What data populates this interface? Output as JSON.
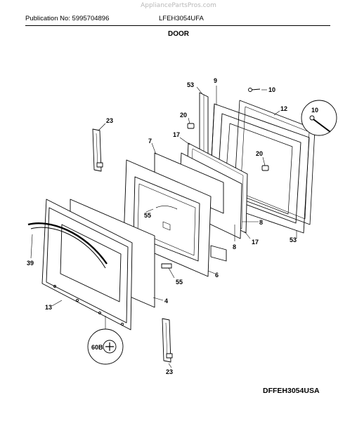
{
  "header": {
    "watermark": "AppliancePartsPros.com",
    "publication": "Publication No: 5995704896",
    "model": "LFEH3054UFA",
    "section_title": "DOOR"
  },
  "footer": {
    "diagram_code": "DFFEH3054USA"
  },
  "callouts": [
    {
      "id": "c53a",
      "text": "53"
    },
    {
      "id": "c9",
      "text": "9"
    },
    {
      "id": "c10",
      "text": "10"
    },
    {
      "id": "c12",
      "text": "12"
    },
    {
      "id": "c20a",
      "text": "20"
    },
    {
      "id": "c10b",
      "text": "10"
    },
    {
      "id": "c23a",
      "text": "23"
    },
    {
      "id": "c7",
      "text": "7"
    },
    {
      "id": "c17a",
      "text": "17"
    },
    {
      "id": "c20b",
      "text": "20"
    },
    {
      "id": "c55a",
      "text": "55"
    },
    {
      "id": "c8a",
      "text": "8"
    },
    {
      "id": "c8b",
      "text": "8"
    },
    {
      "id": "c17b",
      "text": "17"
    },
    {
      "id": "c53b",
      "text": "53"
    },
    {
      "id": "c39",
      "text": "39"
    },
    {
      "id": "c6",
      "text": "6"
    },
    {
      "id": "c55b",
      "text": "55"
    },
    {
      "id": "c4",
      "text": "4"
    },
    {
      "id": "c13",
      "text": "13"
    },
    {
      "id": "c60b",
      "text": "60B"
    },
    {
      "id": "c23b",
      "text": "23"
    }
  ]
}
